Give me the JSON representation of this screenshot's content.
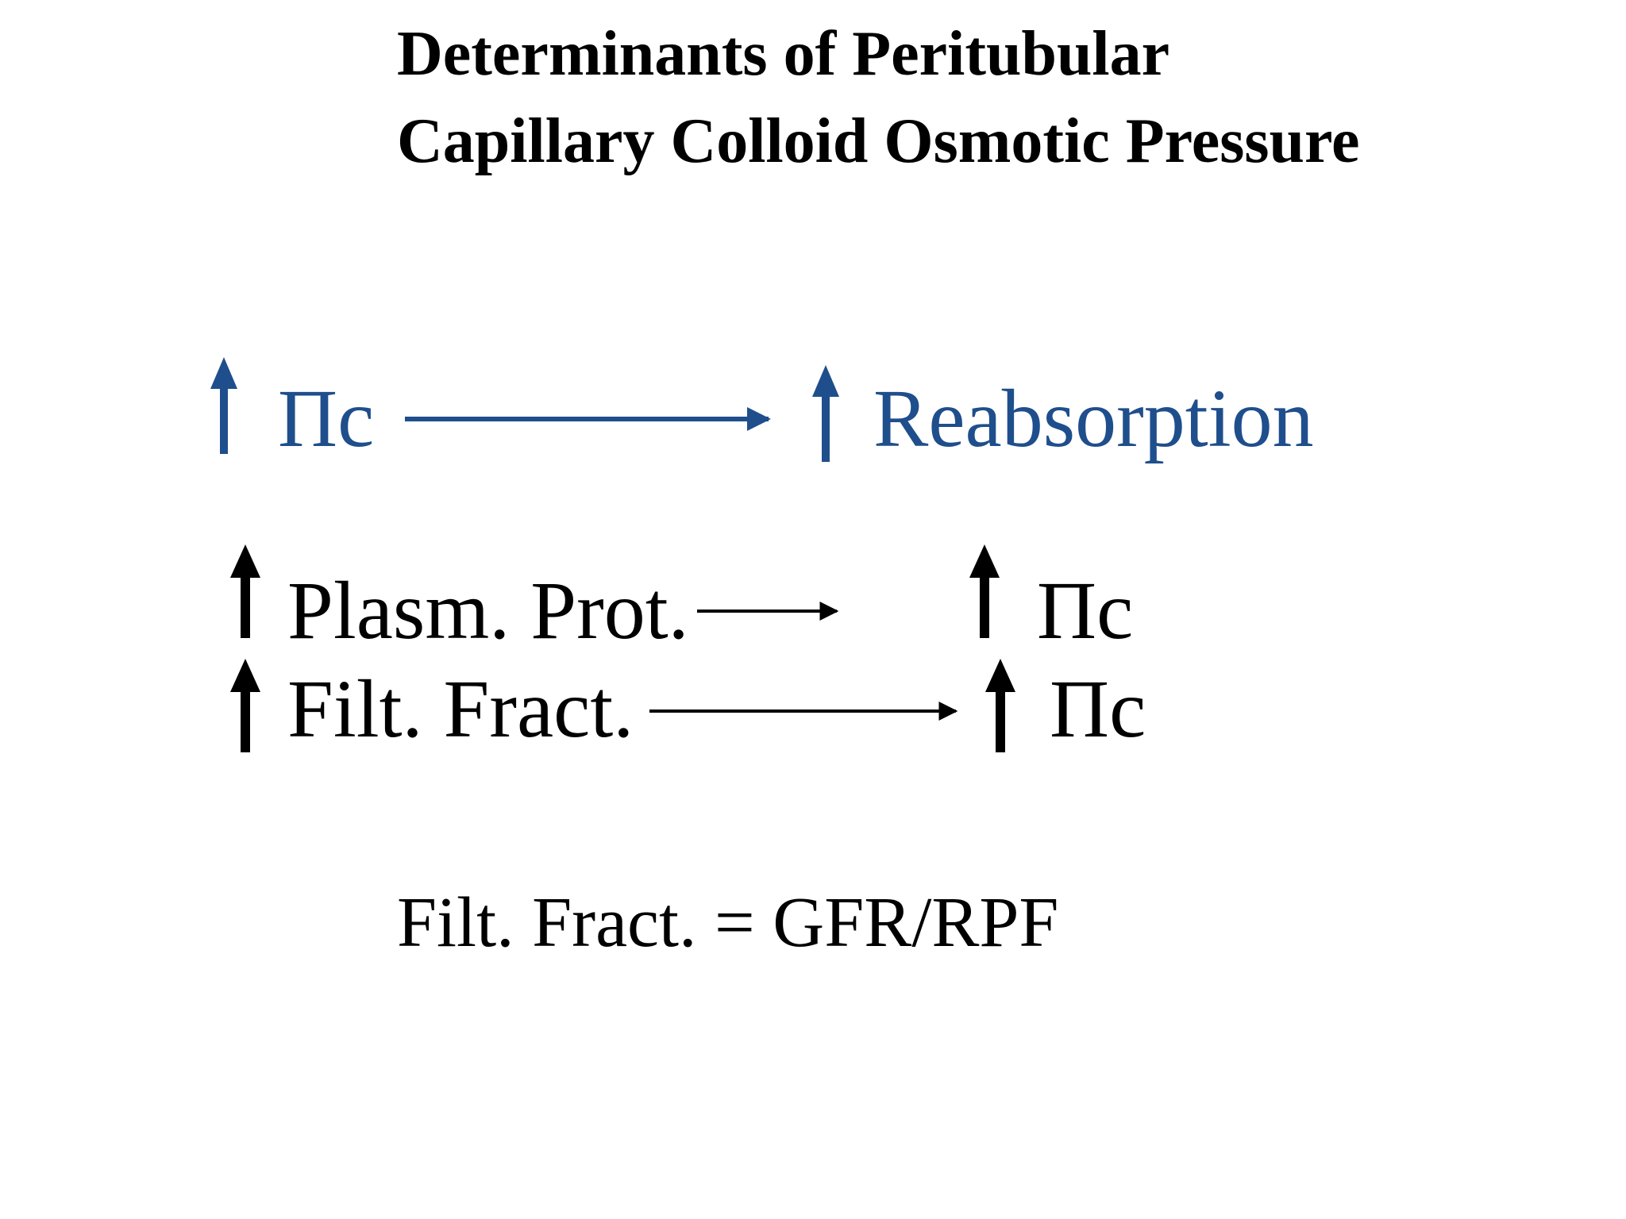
{
  "title": {
    "line1": "Determinants of Peritubular",
    "line2": "Capillary Colloid Osmotic Pressure"
  },
  "colors": {
    "primary_relation": "#1f4e8c",
    "secondary_relation": "#000000",
    "title": "#000000"
  },
  "relations": [
    {
      "cause": "Πc",
      "effect": "Reabsorption",
      "cause_direction": "increase",
      "effect_direction": "increase",
      "color": "#1f4e8c"
    },
    {
      "cause": "Plasm. Prot.",
      "effect": "Πc",
      "cause_direction": "increase",
      "effect_direction": "increase",
      "color": "#000000"
    },
    {
      "cause": "Filt. Fract.",
      "effect": "Πc",
      "cause_direction": "increase",
      "effect_direction": "increase",
      "color": "#000000"
    }
  ],
  "formula": "Filt. Fract. = GFR/RPF",
  "icons": {
    "increase": "up-arrow-icon",
    "leads_to": "right-arrow-icon"
  }
}
